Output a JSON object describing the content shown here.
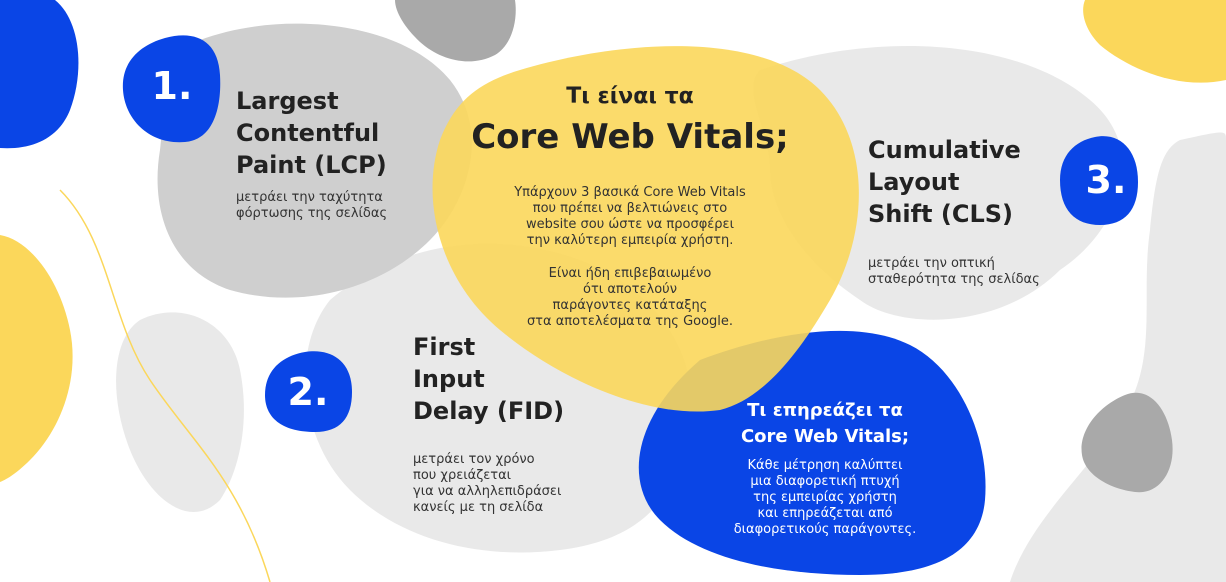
{
  "colors": {
    "blue": "#0a45e6",
    "yellow": "#fbd75b",
    "grey_dark": "#a9a9a9",
    "grey_mid": "#cfcfcf",
    "grey_light": "#e9e9e9"
  },
  "center": {
    "title_line1": "Τι είναι τα",
    "title_line2": "Core Web Vitals;",
    "para1": [
      "Υπάρχουν 3 βασικά Core Web Vitals",
      "που πρέπει να βελτιώνεις στο",
      "website σου ώστε να προσφέρει",
      "την καλύτερη εμπειρία χρήστη."
    ],
    "para2": [
      "Είναι ήδη επιβεβαιωμένο",
      "ότι αποτελούν",
      "παράγοντες κατάταξης",
      "στα αποτελέσματα της Google."
    ]
  },
  "items": [
    {
      "number": "1.",
      "heading": [
        "Largest",
        "Contentful",
        "Paint (LCP)"
      ],
      "desc": [
        "μετράει την ταχύτητα",
        "φόρτωσης της σελίδας"
      ]
    },
    {
      "number": "2.",
      "heading": [
        "First",
        "Input",
        "Delay (FID)"
      ],
      "desc": [
        "μετράει τον χρόνο",
        "που χρειάζεται",
        "για να αλληλεπιδράσει",
        "κανείς με τη σελίδα"
      ]
    },
    {
      "number": "3.",
      "heading": [
        "Cumulative",
        "Layout",
        "Shift (CLS)"
      ],
      "desc": [
        "μετράει την οπτική",
        "σταθερότητα της σελίδας"
      ]
    }
  ],
  "impact": {
    "title_line1": "Τι επηρεάζει τα",
    "title_line2": "Core Web Vitals;",
    "desc": [
      "Κάθε μέτρηση καλύπτει",
      "μια διαφορετική πτυχή",
      "της εμπειρίας χρήστη",
      "και επηρεάζεται από",
      "διαφορετικούς παράγοντες."
    ]
  }
}
